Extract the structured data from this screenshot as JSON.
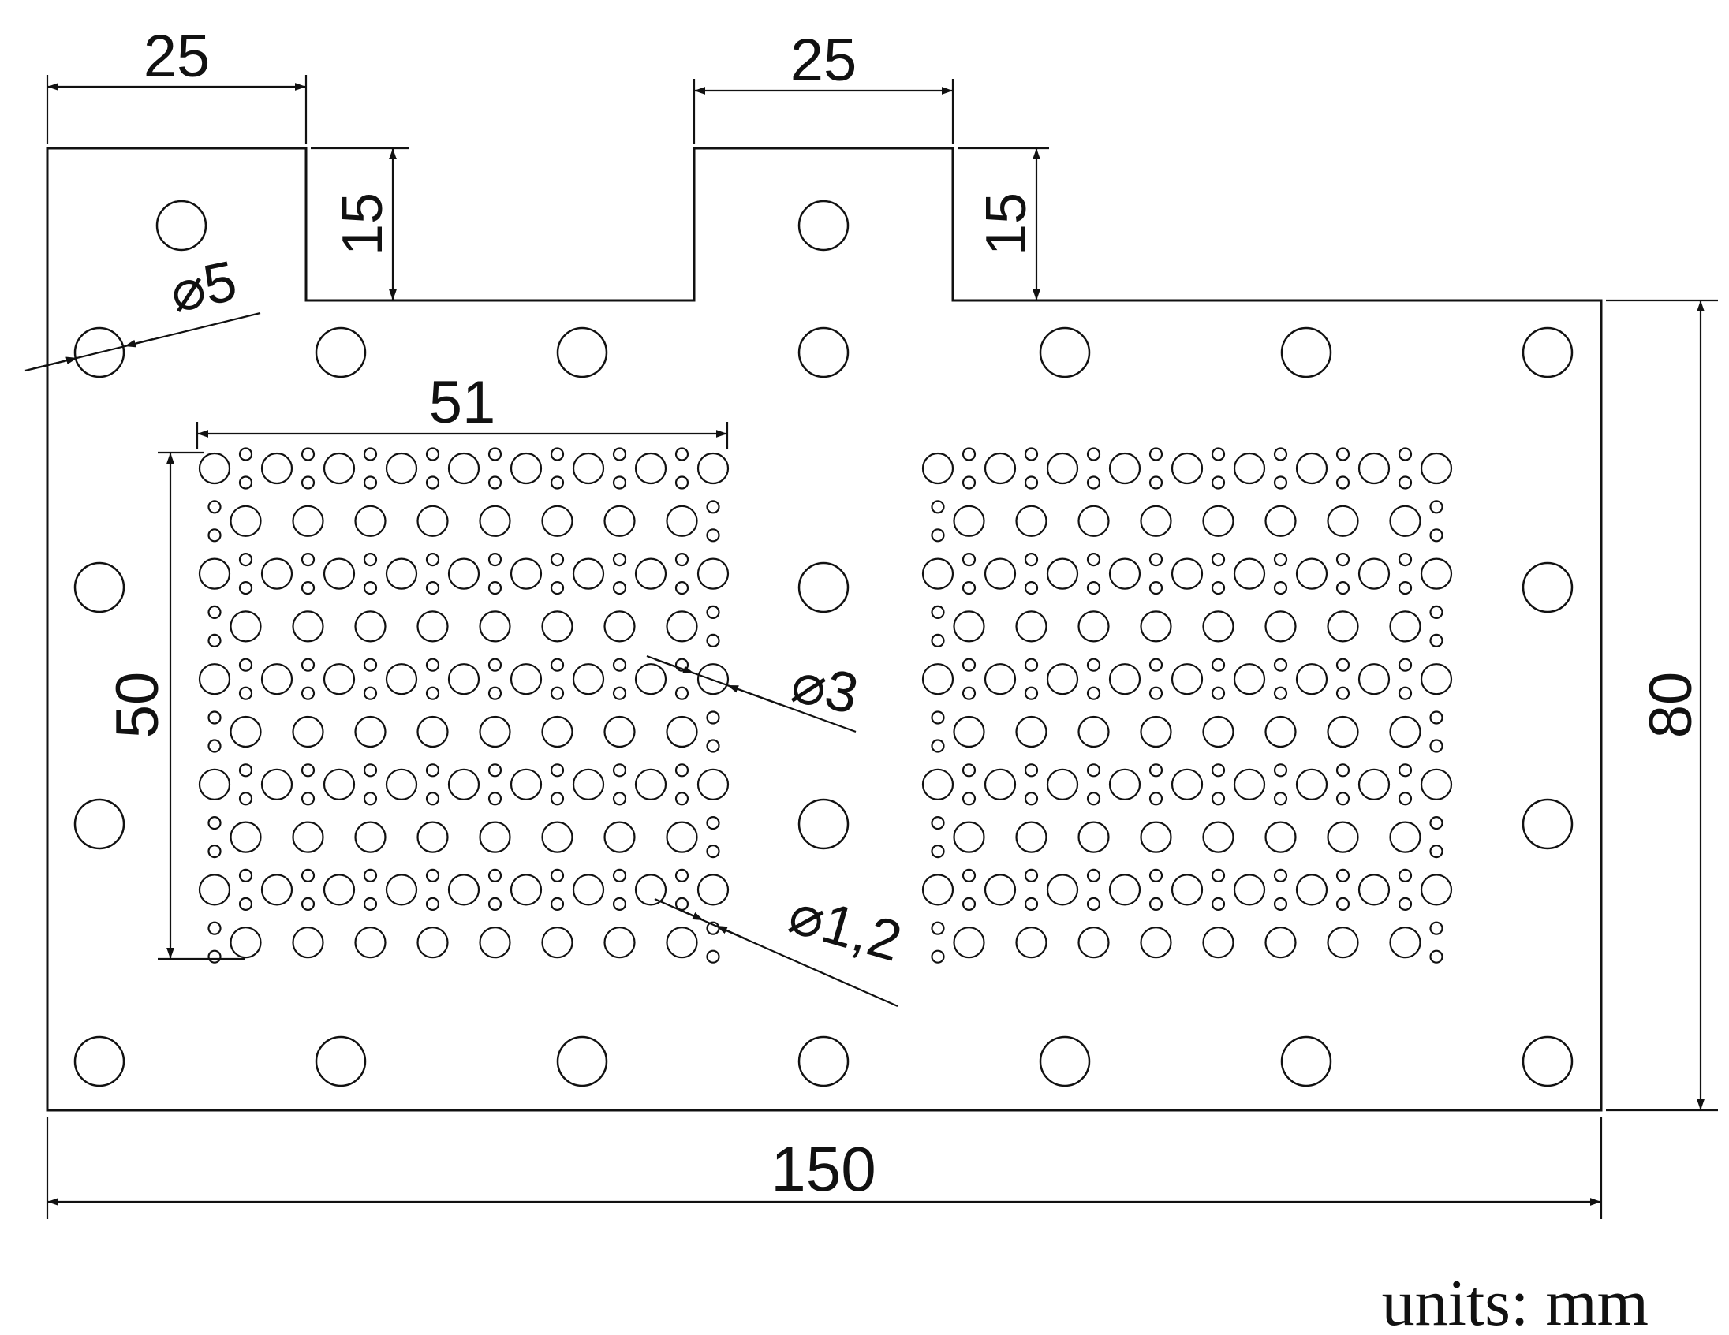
{
  "dimensions": {
    "top_left_width": "25",
    "top_middle_width": "25",
    "notch_depth_left": "15",
    "notch_depth_right": "15",
    "bolt_hole_diameter": "⌀5",
    "array_width": "51",
    "array_height": "50",
    "large_perforation_diameter": "⌀3",
    "small_perforation_diameter": "⌀1,2",
    "overall_height": "80",
    "overall_width": "150"
  },
  "units_label": "units:  mm"
}
